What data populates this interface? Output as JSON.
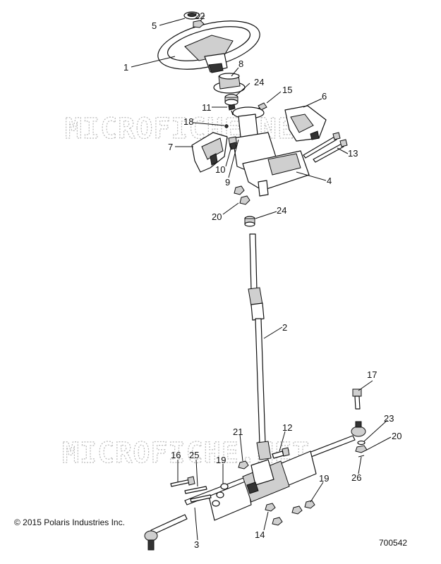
{
  "watermark": "MICROFICHE.NET",
  "footer": {
    "copyright": "© 2015 Polaris Industries Inc.",
    "figure_number": "700542"
  },
  "callouts": [
    "1",
    "2",
    "3",
    "4",
    "5",
    "6",
    "7",
    "8",
    "9",
    "10",
    "11",
    "12",
    "13",
    "14",
    "15",
    "16",
    "17",
    "18",
    "19",
    "19",
    "20",
    "20",
    "21",
    "22",
    "23",
    "24",
    "24",
    "25",
    "26"
  ]
}
